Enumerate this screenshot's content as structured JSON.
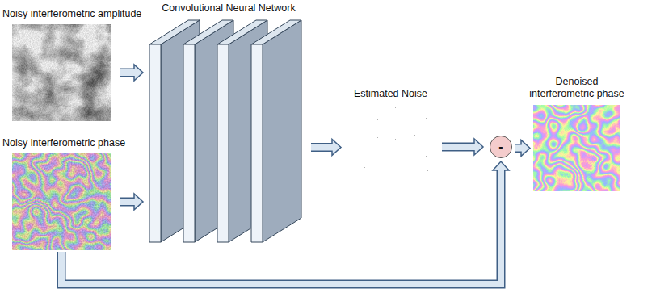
{
  "diagram": {
    "nodes": [
      {
        "text": [
          "Noisy interferometric amplitude"
        ]
      },
      {
        "text": [
          "Noisy interferometric phase"
        ]
      },
      {
        "text": [
          "Convolutional Neural Network"
        ]
      },
      {
        "text": [
          "Estimated Noise"
        ]
      },
      {
        "text": [
          "-"
        ]
      },
      {
        "text": [
          "Denoised interferometric phase"
        ]
      }
    ],
    "edges": [
      {
        "from": 0,
        "to": 2,
        "arrow": "to"
      },
      {
        "from": 1,
        "to": 2,
        "arrow": "to"
      },
      {
        "from": 2,
        "to": 3,
        "arrow": "to"
      },
      {
        "from": 3,
        "to": 4,
        "arrow": "to"
      },
      {
        "from": 4,
        "to": 5,
        "arrow": "to"
      },
      {
        "from": 1,
        "to": 4,
        "arrow": "to"
      }
    ]
  }
}
